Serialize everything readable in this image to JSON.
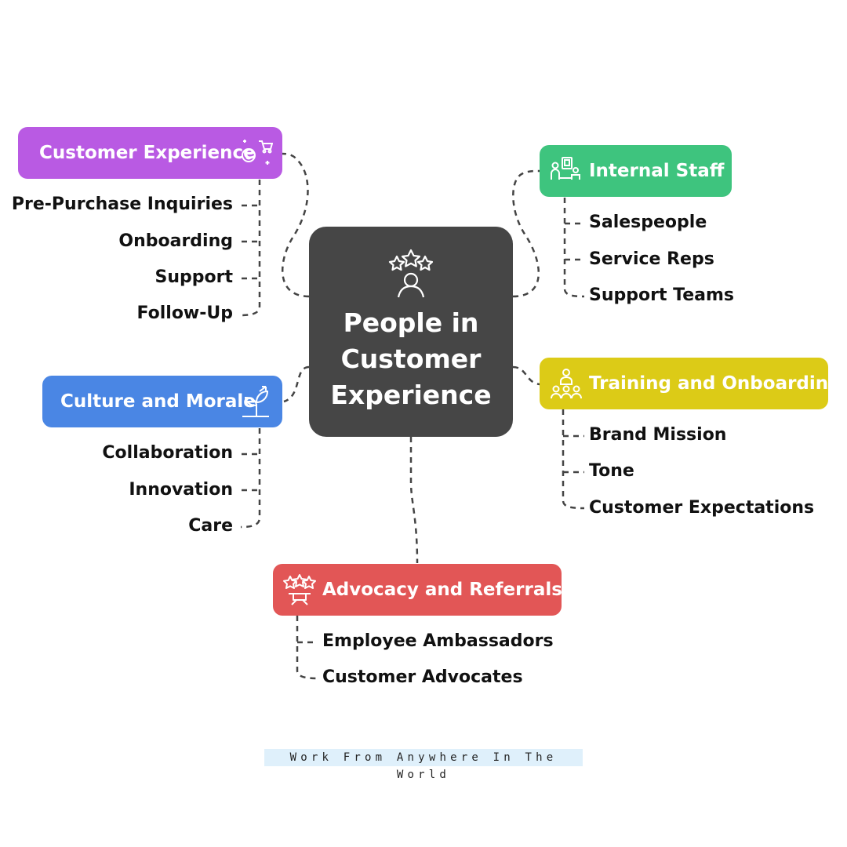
{
  "center": {
    "title_lines": [
      "People in",
      "Customer",
      "Experience"
    ],
    "icon": "star-rating-person-icon"
  },
  "branches": [
    {
      "label": "Customer Experience",
      "color": "#b95ae3",
      "icon": "customer-shopping-icon",
      "items": [
        "Pre-Purchase Inquiries",
        "Onboarding",
        "Support",
        "Follow-Up"
      ]
    },
    {
      "label": "Internal Staff",
      "color": "#3ec47e",
      "icon": "staff-desk-icon",
      "items": [
        "Salespeople",
        "Service Reps",
        "Support Teams"
      ]
    },
    {
      "label": "Culture and Morale",
      "color": "#4a86e4",
      "icon": "growing-plant-icon",
      "items": [
        "Collaboration",
        "Innovation",
        "Care"
      ]
    },
    {
      "label": "Training and Onboarding",
      "color": "#dccb17",
      "icon": "team-training-icon",
      "items": [
        "Brand Mission",
        "Tone",
        "Customer Expectations"
      ]
    },
    {
      "label": "Advocacy and Referrals",
      "color": "#e25656",
      "icon": "referral-stars-icon",
      "items": [
        "Employee Ambassadors",
        "Customer Advocates"
      ]
    }
  ],
  "footer": "Work From Anywhere In The World"
}
